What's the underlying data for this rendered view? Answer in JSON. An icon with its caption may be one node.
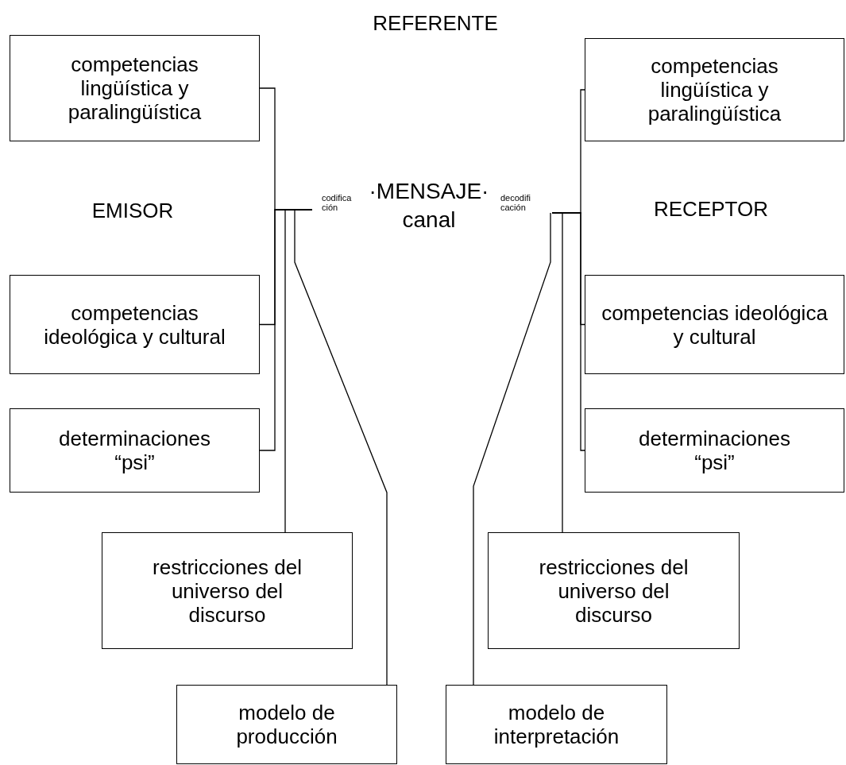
{
  "diagram": {
    "nodes": [
      {
        "text": [
          "competencias lingüística y paralingüística"
        ]
      },
      {
        "text": [
          "competencias lingüística y paralingüística"
        ]
      },
      {
        "text": [
          "codifica ción"
        ]
      },
      {
        "text": [
          "decodifi cación"
        ]
      },
      {
        "text": [
          "competencias ideológica y cultural"
        ]
      },
      {
        "text": [
          "competencias ideológica y cultural"
        ]
      },
      {
        "text": [
          "determinaciones “psi”"
        ]
      },
      {
        "text": [
          "determinaciones “psi”"
        ]
      },
      {
        "text": [
          "restricciones del universo del discurso"
        ]
      },
      {
        "text": [
          "restricciones del universo del discurso"
        ]
      },
      {
        "text": [
          "modelo de producción"
        ]
      },
      {
        "text": [
          "modelo de interpretación"
        ]
      }
    ],
    "edges": [
      {
        "from": 0,
        "to": 2,
        "arrow": "none"
      },
      {
        "from": 4,
        "to": 2,
        "arrow": "none"
      },
      {
        "from": 6,
        "to": 2,
        "arrow": "none"
      },
      {
        "from": 8,
        "to": 2,
        "arrow": "none"
      },
      {
        "from": 10,
        "to": 2,
        "arrow": "none"
      },
      {
        "from": 1,
        "to": 3,
        "arrow": "none"
      },
      {
        "from": 5,
        "to": 3,
        "arrow": "none"
      },
      {
        "from": 7,
        "to": 3,
        "arrow": "none"
      },
      {
        "from": 9,
        "to": 3,
        "arrow": "none"
      },
      {
        "from": 11,
        "to": 3,
        "arrow": "none"
      }
    ],
    "labels": [
      "REFERENTE",
      "EMISOR",
      "·MENSAJE·",
      "canal",
      "RECEPTOR"
    ]
  }
}
